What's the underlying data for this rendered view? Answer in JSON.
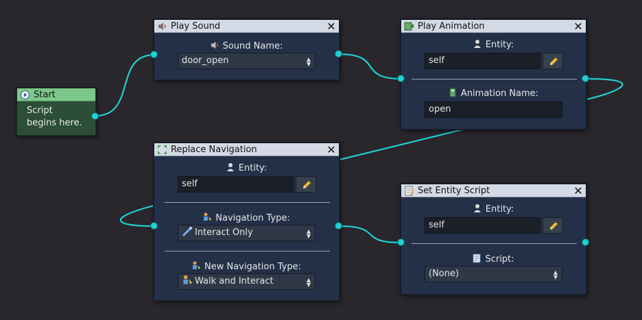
{
  "colors": {
    "background": "#29262c",
    "node_body": "#233048",
    "node_title": "#d4dae5",
    "start_body": "#2c4d36",
    "start_title": "#7cc88a",
    "wire": "#21d0d2"
  },
  "nodes": {
    "start": {
      "title": "Start",
      "icon": "play-circle-icon",
      "text_line1": "Script",
      "text_line2": "begins here."
    },
    "play_sound": {
      "title": "Play Sound",
      "icon": "speaker-icon",
      "sound_label": "Sound Name:",
      "sound_value": "door_open"
    },
    "play_animation": {
      "title": "Play Animation",
      "icon": "animation-icon",
      "entity_label": "Entity:",
      "entity_value": "self",
      "animation_label": "Animation Name:",
      "animation_value": "open"
    },
    "replace_navigation": {
      "title": "Replace Navigation",
      "icon": "navigation-arrows-icon",
      "entity_label": "Entity:",
      "entity_value": "self",
      "nav_type_label": "Navigation Type:",
      "nav_type_value": "Interact Only",
      "new_nav_type_label": "New Navigation Type:",
      "new_nav_type_value": "Walk and Interact"
    },
    "set_entity_script": {
      "title": "Set Entity Script",
      "icon": "script-edit-icon",
      "entity_label": "Entity:",
      "entity_value": "self",
      "script_label": "Script:",
      "script_value": "(None)"
    }
  }
}
